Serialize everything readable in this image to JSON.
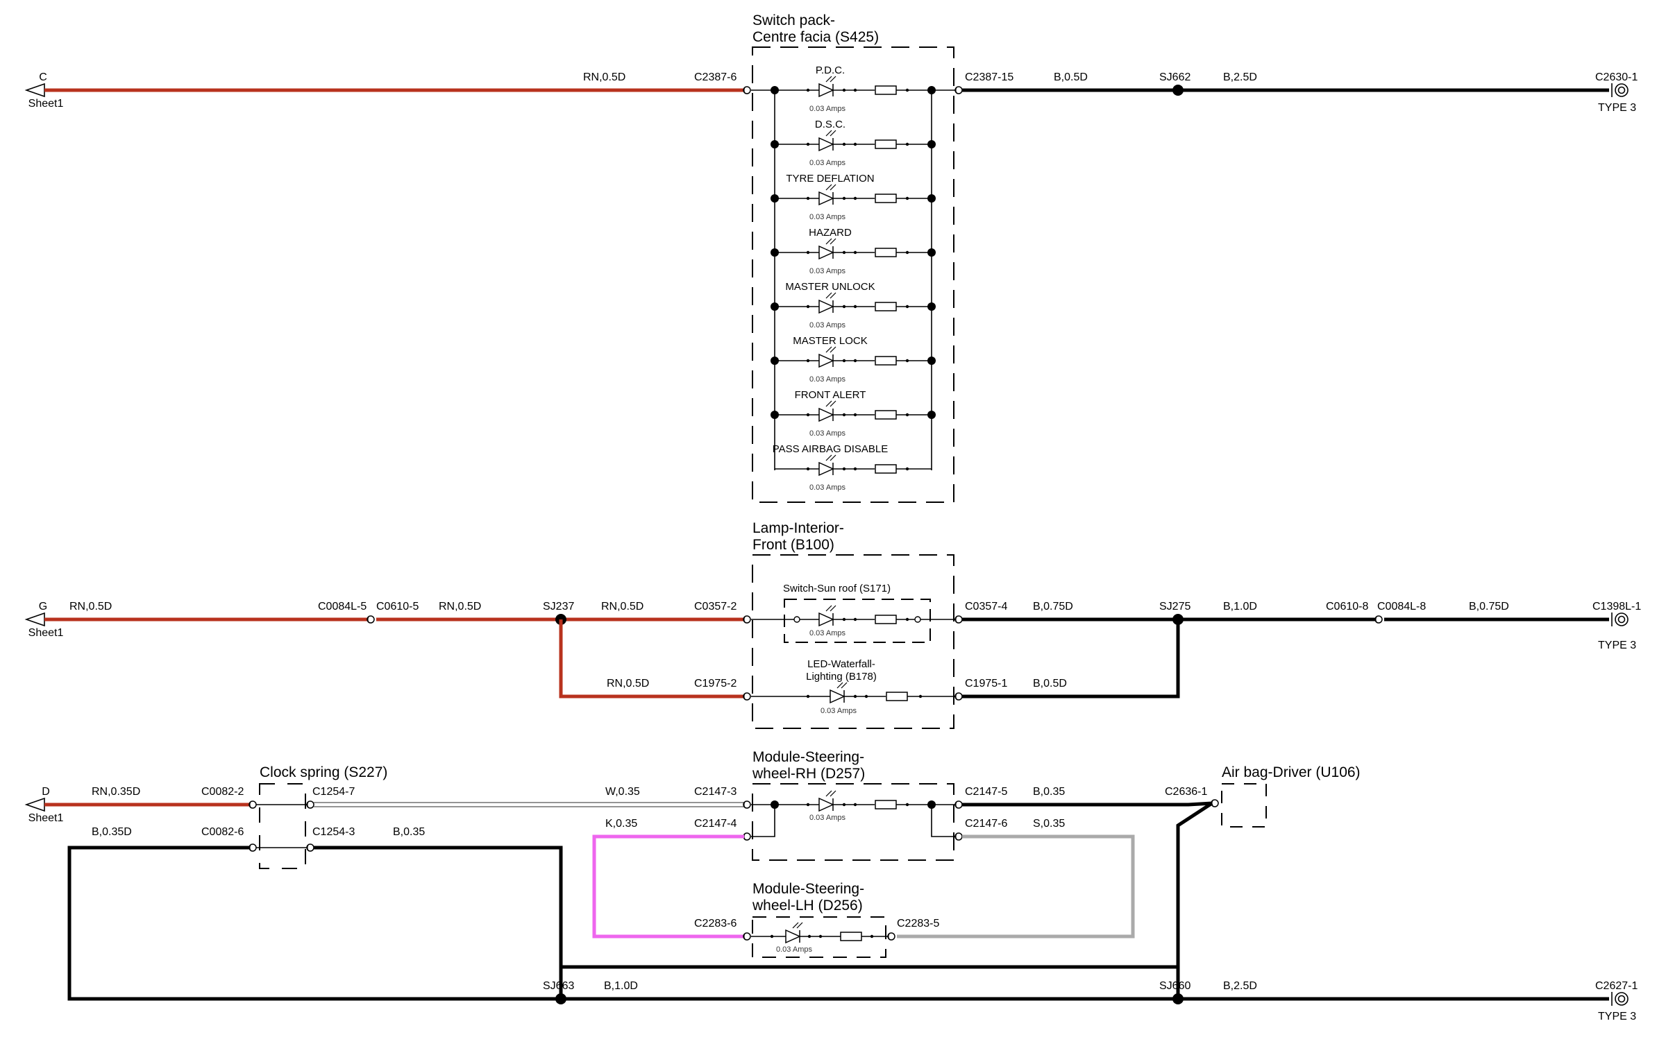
{
  "colors": {
    "red": "#b8321e",
    "black": "#000000",
    "pink": "#ee66ee",
    "grey": "#aaaaaa",
    "white_wire": "#555555"
  },
  "switch_pack": {
    "title_line1": "Switch pack-",
    "title_line2": "Centre facia (S425)",
    "left_connector": "C2387-6",
    "right_connector": "C2387-15",
    "feed_wire": "RN,0.5D",
    "return_wire": "B,0.5D",
    "splice": "SJ662",
    "ground_wire": "B,2.5D",
    "ground": "C2630-1",
    "ground_type": "TYPE 3",
    "offpage_letter": "C",
    "offpage_sheet": "Sheet1",
    "leds": [
      {
        "name": "P.D.C.",
        "current": "0.03 Amps"
      },
      {
        "name": "D.S.C.",
        "current": "0.03 Amps"
      },
      {
        "name": "TYRE DEFLATION",
        "current": "0.03 Amps"
      },
      {
        "name": "HAZARD",
        "current": "0.03 Amps"
      },
      {
        "name": "MASTER UNLOCK",
        "current": "0.03 Amps"
      },
      {
        "name": "MASTER LOCK",
        "current": "0.03 Amps"
      },
      {
        "name": "FRONT ALERT",
        "current": "0.03 Amps"
      },
      {
        "name": "PASS AIRBAG DISABLE",
        "current": "0.03 Amps"
      }
    ]
  },
  "lamp_interior": {
    "title_line1": "Lamp-Interior-",
    "title_line2": "Front (B100)",
    "offpage_letter": "G",
    "offpage_sheet": "Sheet1",
    "wire1": "RN,0.5D",
    "inline_left": "C0084L-5",
    "inline_right": "C0610-5",
    "wire2": "RN,0.5D",
    "splice_left": "SJ237",
    "wire3": "RN,0.5D",
    "left_connector": "C0357-2",
    "sunroof_switch": "Switch-Sun roof (S171)",
    "sunroof_current": "0.03 Amps",
    "right_connector": "C0357-4",
    "wire4": "B,0.75D",
    "splice_right": "SJ275",
    "wire5": "B,1.0D",
    "inline2_left": "C0610-8",
    "inline2_right": "C0084L-8",
    "wire6": "B,0.75D",
    "ground": "C1398L-1",
    "ground_type": "TYPE 3",
    "branch_wire": "RN,0.5D",
    "waterfall_left": "C1975-2",
    "waterfall_name1": "LED-Waterfall-",
    "waterfall_name2": "Lighting (B178)",
    "waterfall_current": "0.03 Amps",
    "waterfall_right": "C1975-1",
    "waterfall_return": "B,0.5D"
  },
  "steering": {
    "offpage_letter": "D",
    "offpage_sheet": "Sheet1",
    "clock_title": "Clock spring (S227)",
    "feed_wire": "RN,0.35D",
    "c0082_2": "C0082-2",
    "c1254_7": "C1254-7",
    "white_wire": "W,0.35",
    "c2147_3": "C2147-3",
    "rh_title_line1": "Module-Steering-",
    "rh_title_line2": "wheel-RH (D257)",
    "rh_current": "0.03 Amps",
    "c2147_5": "C2147-5",
    "rh_return": "B,0.35",
    "c2636_1": "C2636-1",
    "airbag_title": "Air bag-Driver (U106)",
    "pink_wire": "K,0.35",
    "c2147_4": "C2147-4",
    "c2147_6": "C2147-6",
    "grey_wire": "S,0.35",
    "ground_feed": "B,0.35D",
    "c0082_6": "C0082-6",
    "c1254_3": "C1254-3",
    "ground_feed2": "B,0.35",
    "lh_title_line1": "Module-Steering-",
    "lh_title_line2": "wheel-LH (D256)",
    "c2283_6": "C2283-6",
    "lh_current": "0.03 Amps",
    "c2283_5": "C2283-5",
    "splice_left": "SJ663",
    "wire_bottom1": "B,1.0D",
    "splice_right": "SJ660",
    "wire_bottom2": "B,2.5D",
    "ground": "C2627-1",
    "ground_type": "TYPE 3"
  }
}
